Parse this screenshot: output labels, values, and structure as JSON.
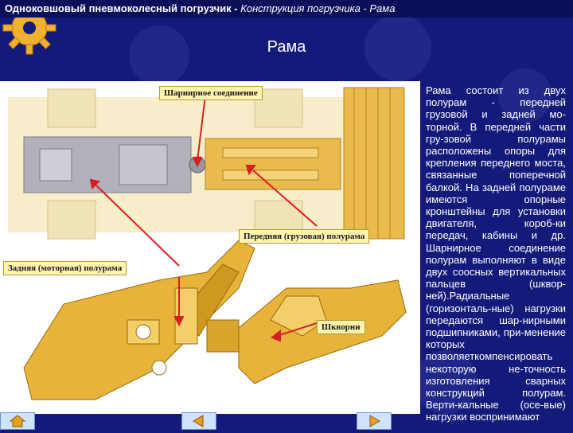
{
  "header": {
    "title": "Одноковшовый пневмоколесный погрузчик",
    "separator": " - ",
    "subtitle": "Конструкция погрузчика - Рама"
  },
  "slide": {
    "title": "Рама"
  },
  "figure": {
    "labels": {
      "joint": "Шарнирное соединение",
      "front": "Передняя (грузовая) полурама",
      "rear": "Задняя (моторная) полурама",
      "pins": "Шкворни"
    }
  },
  "body_text": "Рама состоит из двух полурам - передней грузовой и задней мо-торной. В передней части гру-зовой полурамы расположены опоры для крепления переднего моста, связанные поперечной балкой. На задней полураме имеются опорные кронштейны для установки двигателя, короб-ки передач, кабины и др. Шарнирное соединение полурам выполняют в виде двух соосных вертикальных пальцев (шквор-ней).Радиальные (горизонталь-ные) нагрузки передаются шар-нирными подшипниками, при-менение которых позволяеткомпенсировать некоторую не-точность изготовления сварных конструкций полурам. Верти-кальные (осе-вые) нагрузки воспринимают",
  "colors": {
    "background": "#141a7a",
    "header": "#0b0f5a",
    "frame": "#e8b33a",
    "arrow": "#d42020"
  },
  "icons": [
    "gear-icon",
    "home-icon",
    "back-icon",
    "forward-icon"
  ]
}
